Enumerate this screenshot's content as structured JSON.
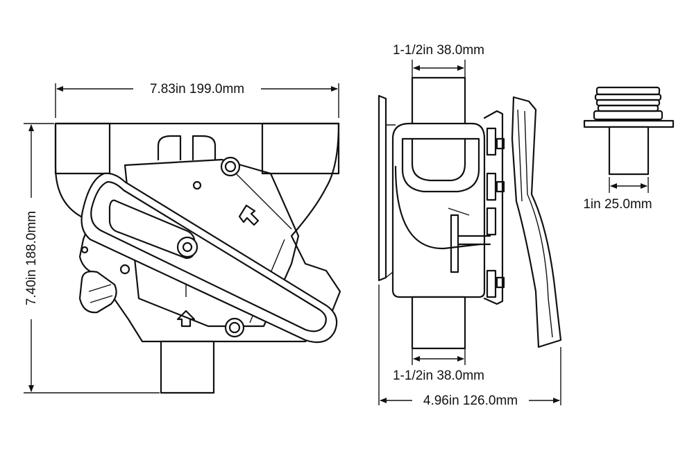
{
  "dimensions": {
    "front_width": "7.83in 199.0mm",
    "front_height": "7.40in 188.0mm",
    "side_top_port": "1-1/2in 38.0mm",
    "side_bottom_port": "1-1/2in 38.0mm",
    "side_width": "4.96in 126.0mm",
    "fitting_port": "1in 25.0mm"
  },
  "colors": {
    "line": "#111111",
    "background": "#ffffff"
  }
}
